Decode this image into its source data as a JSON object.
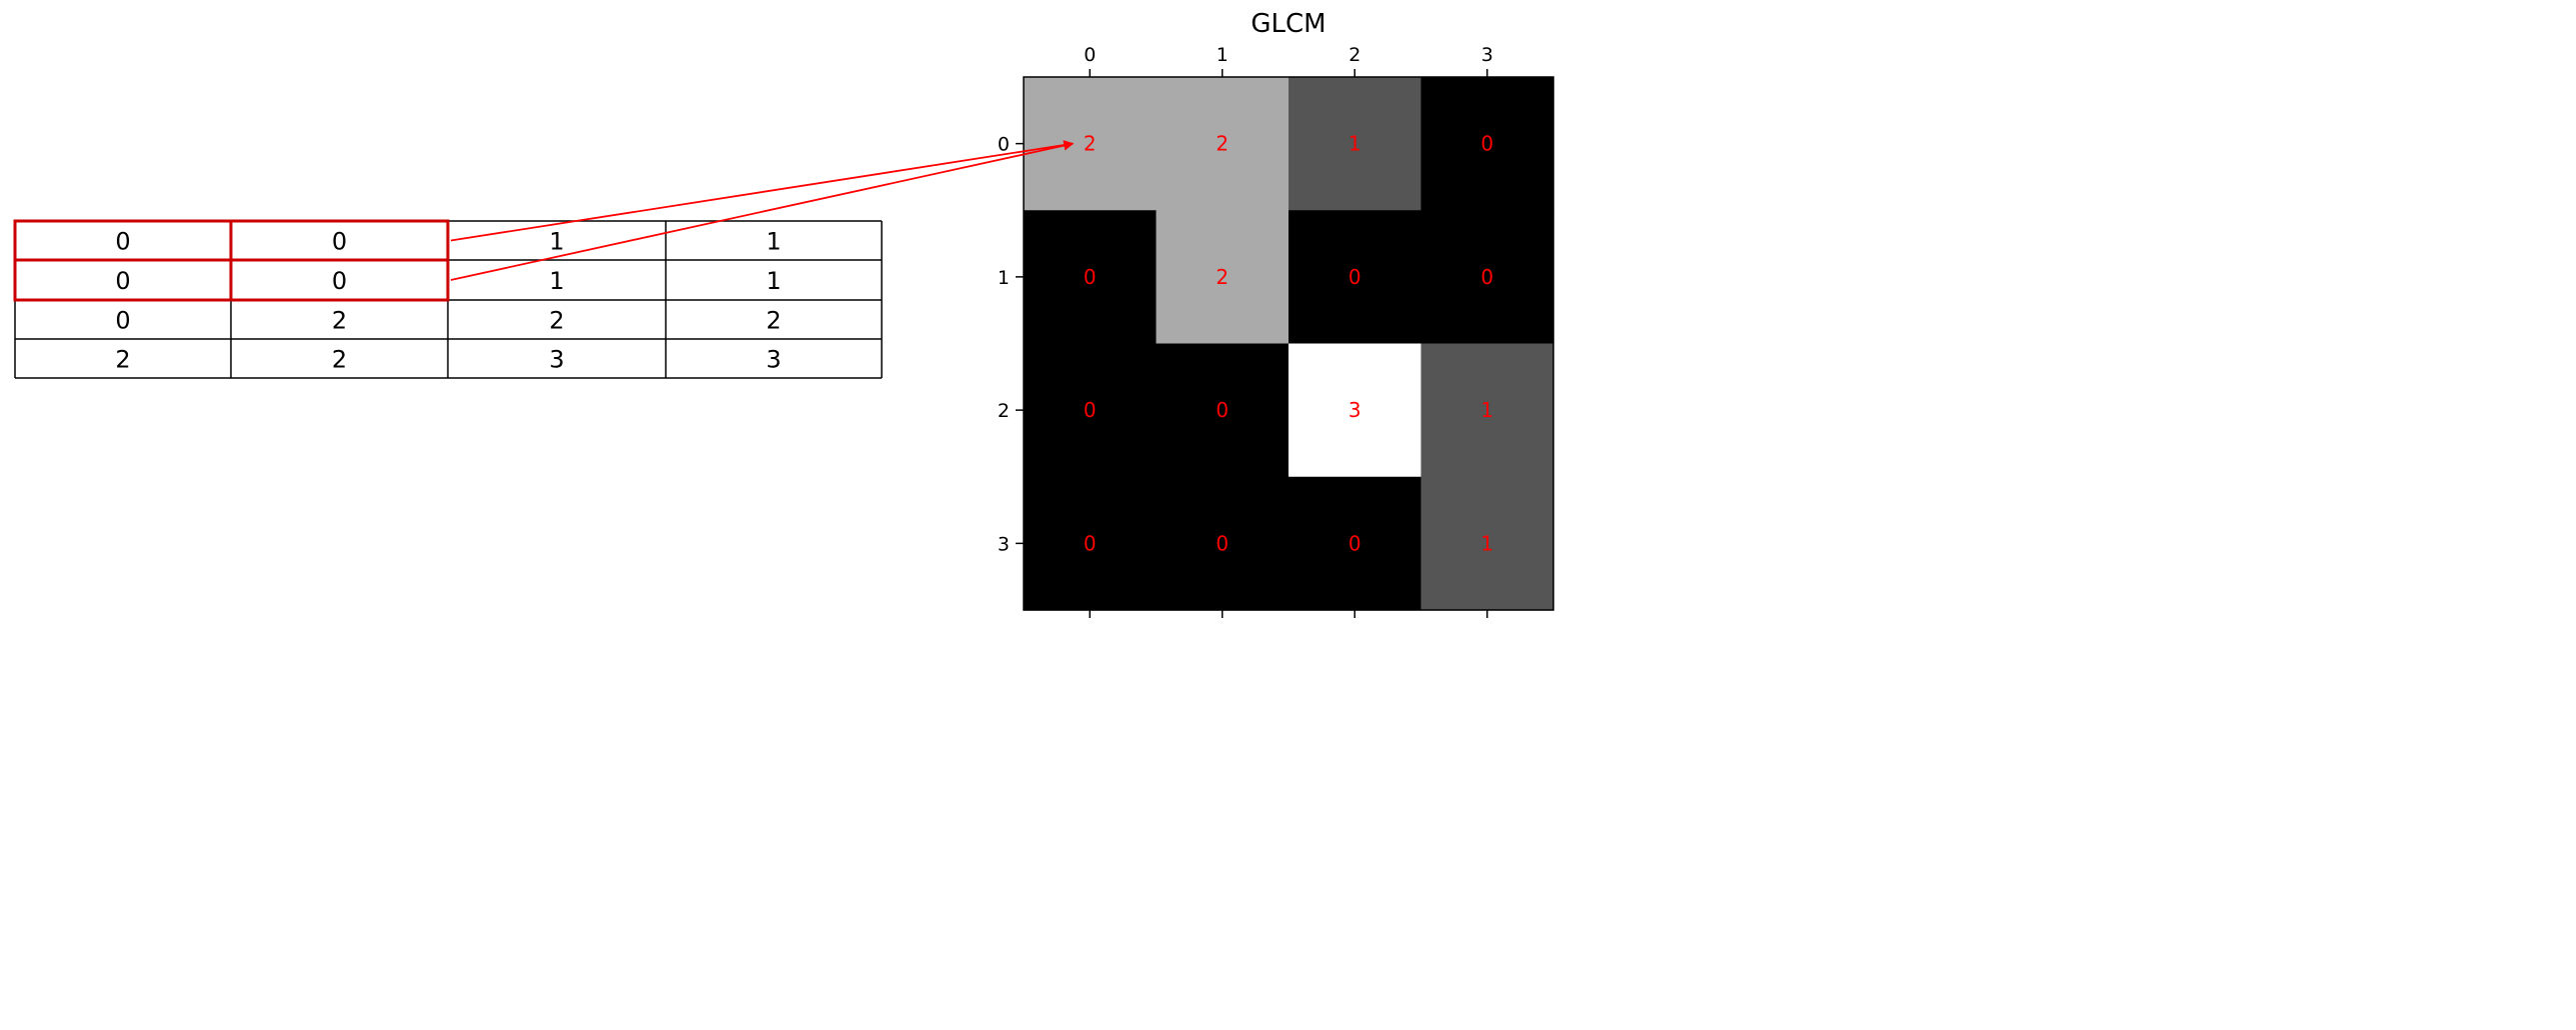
{
  "chart_data": [
    {
      "type": "table",
      "rows": [
        [
          "0",
          "0",
          "1",
          "1"
        ],
        [
          "0",
          "0",
          "1",
          "1"
        ],
        [
          "0",
          "2",
          "2",
          "2"
        ],
        [
          "2",
          "2",
          "3",
          "3"
        ]
      ],
      "highlight": {
        "rows": [
          0,
          1
        ],
        "columns": [
          0,
          1
        ],
        "color": "#cc0000"
      },
      "annotation": {
        "arrows_from_rows": [
          0,
          1
        ],
        "arrow_target": {
          "row": 0,
          "column": 0
        },
        "color": "#ff0000"
      }
    },
    {
      "type": "heatmap",
      "title": "GLCM",
      "x_ticks": [
        "0",
        "1",
        "2",
        "3"
      ],
      "y_ticks": [
        "0",
        "1",
        "2",
        "3"
      ],
      "values": [
        [
          2,
          2,
          1,
          0
        ],
        [
          0,
          2,
          0,
          0
        ],
        [
          0,
          0,
          3,
          1
        ],
        [
          0,
          0,
          0,
          1
        ]
      ],
      "colormap": "gray",
      "value_range": [
        0,
        3
      ],
      "cell_label_color": "#ff0000",
      "x_ticks_position": "top and bottom",
      "y_ticks_position": "left"
    }
  ]
}
